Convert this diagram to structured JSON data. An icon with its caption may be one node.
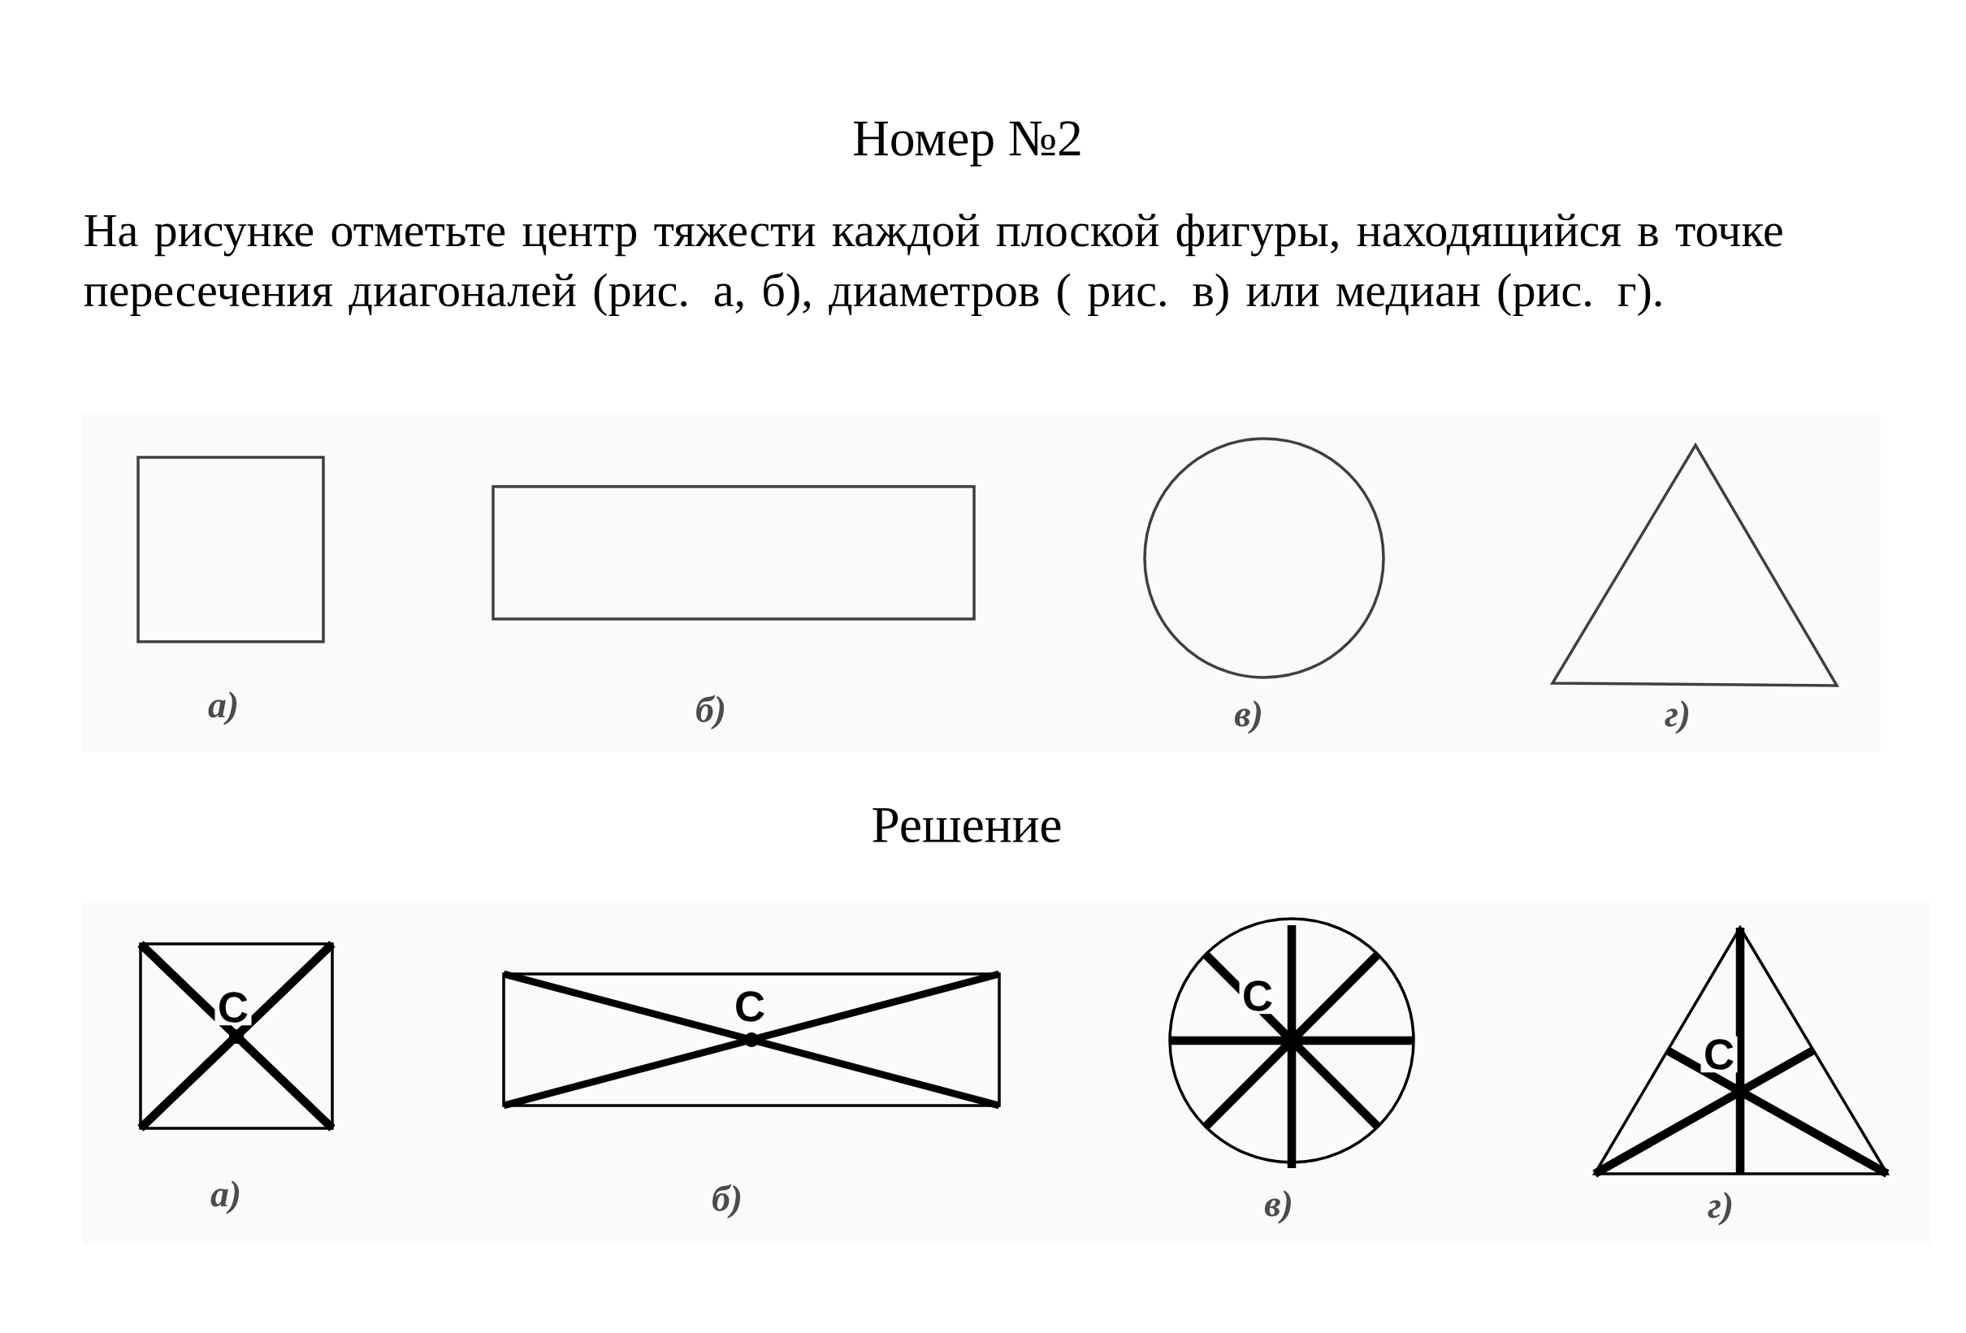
{
  "diagram": {
    "title": "Номер №2",
    "labels": [
      "На рисунке отметьте центр тяжести каждой плоской фигуры, находящийся в точке пересечения диагоналей (рис. а, б), диаметров ( рис. в) или медиан (рис. г).",
      "а)",
      "б)",
      "в)",
      "г)",
      "Решение",
      "C",
      "а)",
      "C",
      "б)",
      "C",
      "в)",
      "C",
      "г)"
    ]
  }
}
